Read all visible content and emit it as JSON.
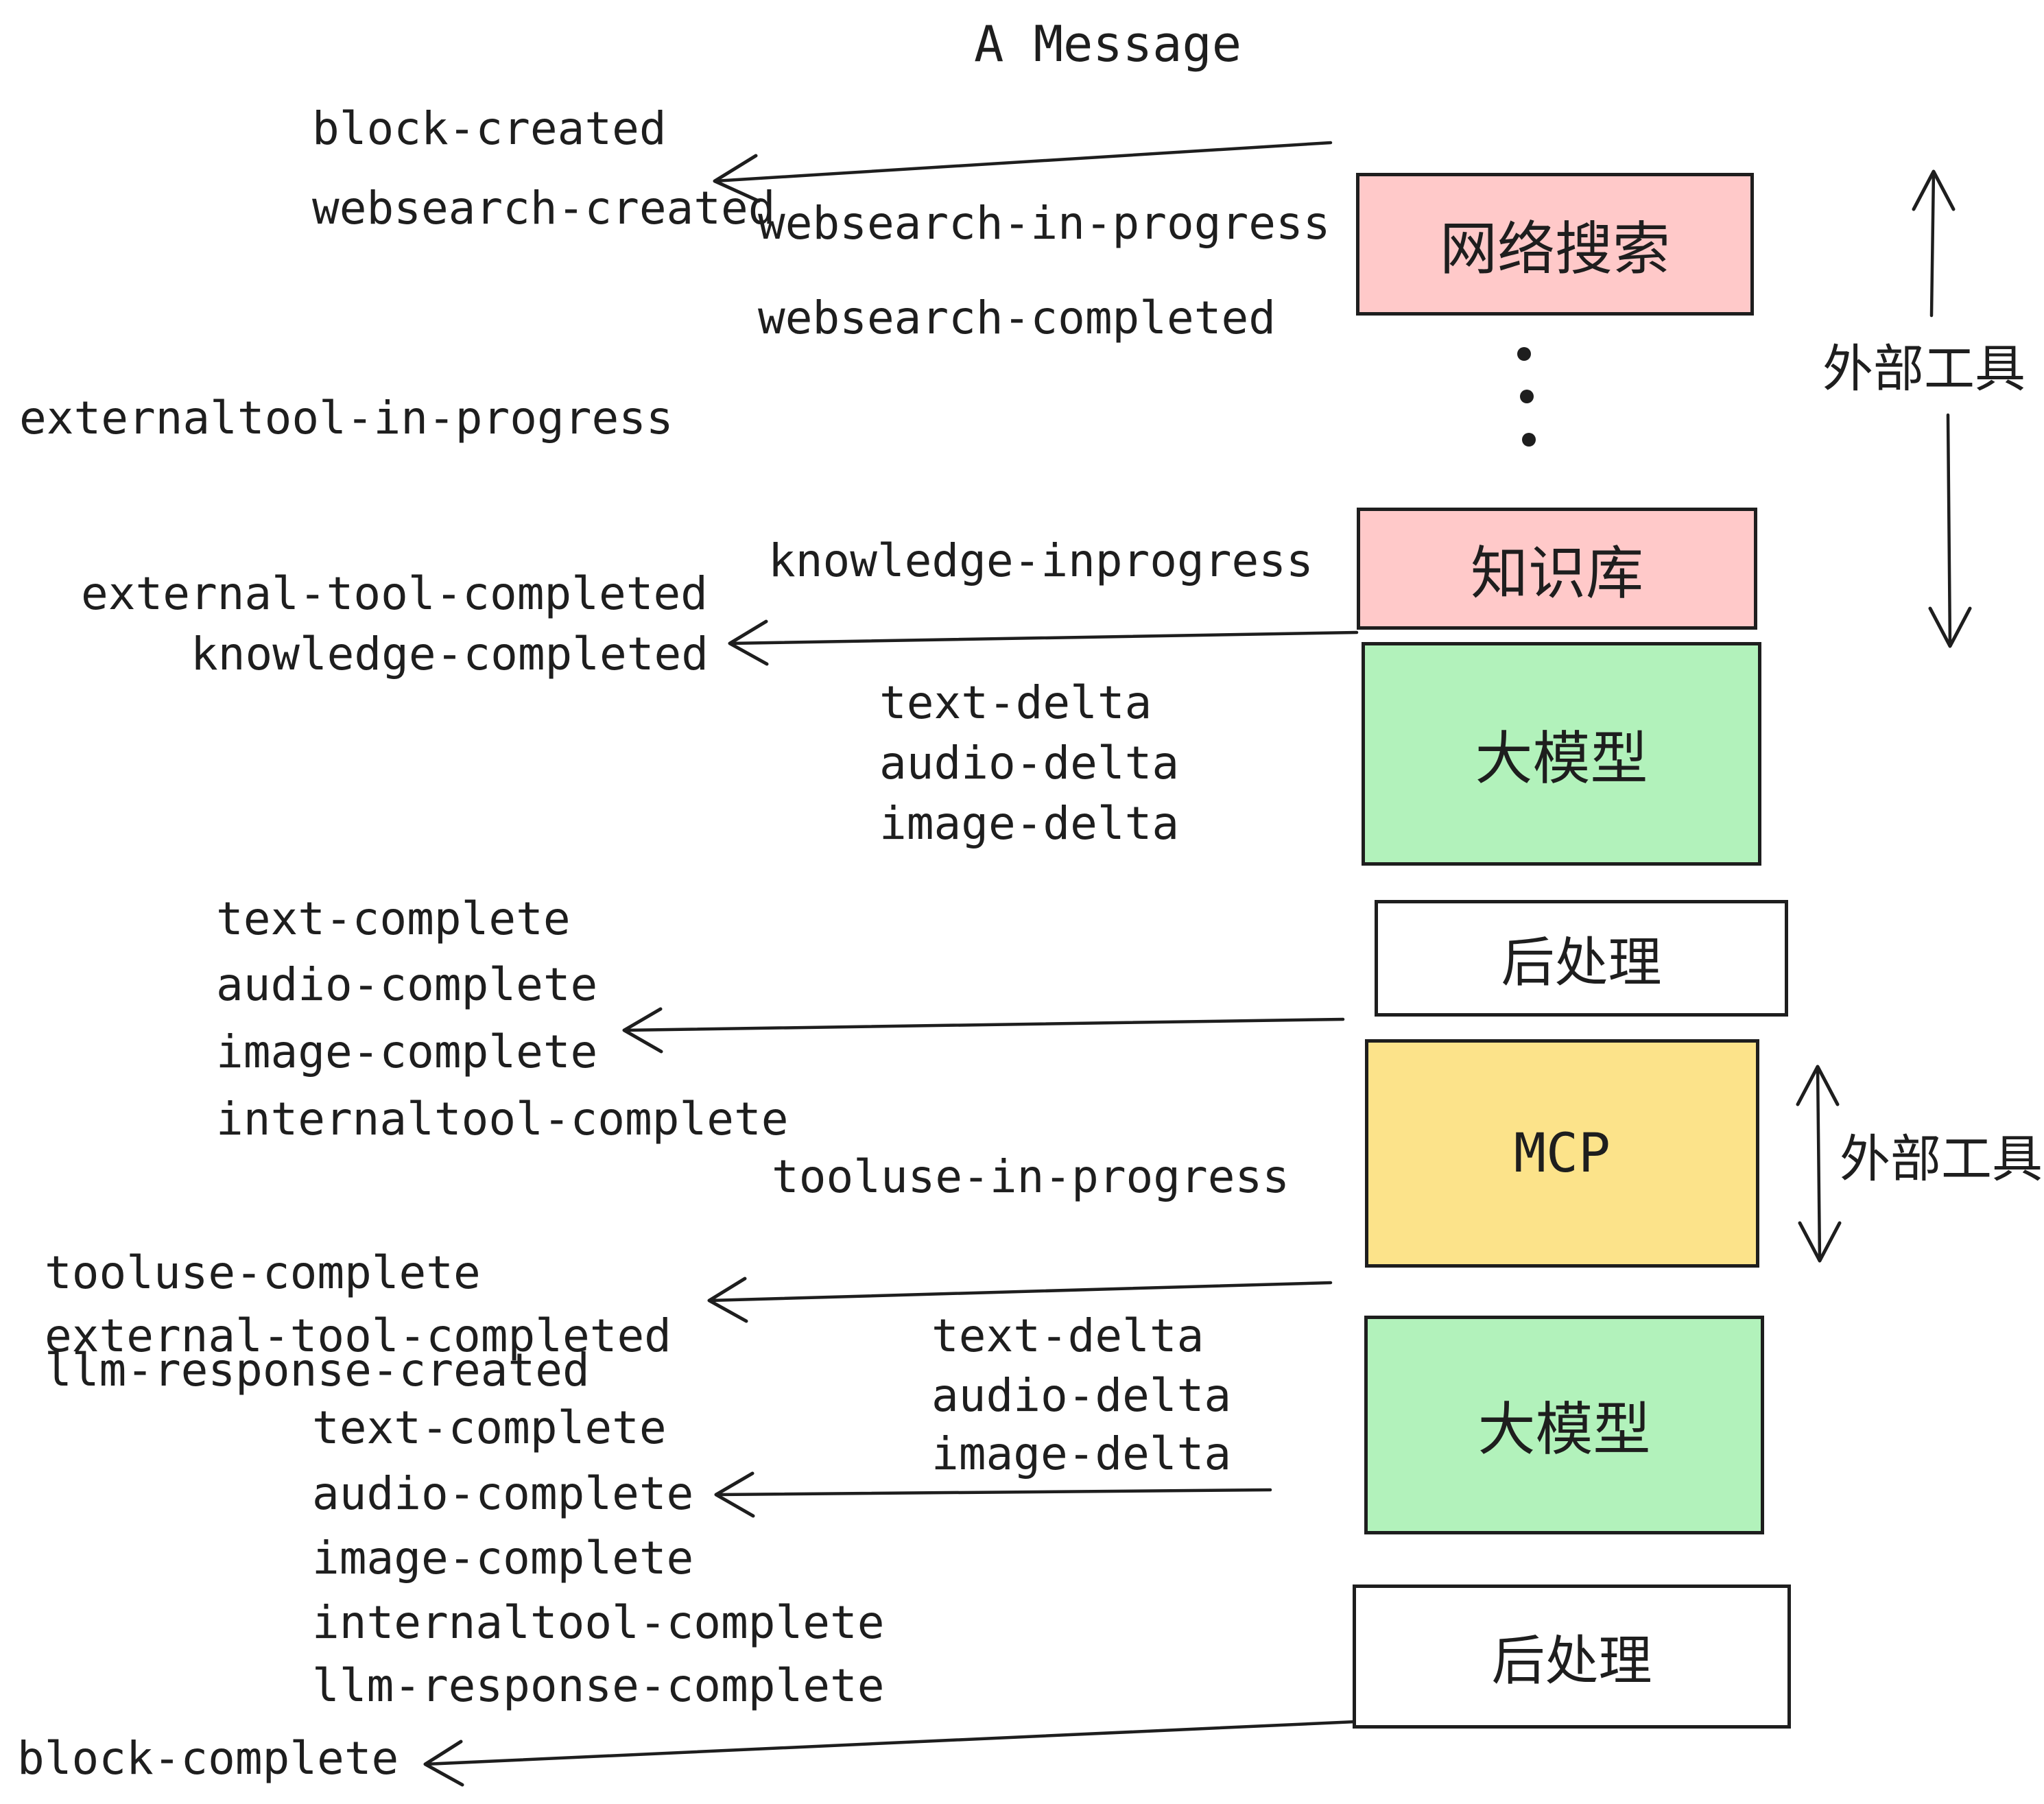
{
  "title": "A Message",
  "colors": {
    "box_pink": "#ffc9c9",
    "box_green": "#b2f2bb",
    "box_yellow": "#fce38a",
    "box_white": "#ffffff",
    "stroke": "#1e1e1e"
  },
  "pipeline": {
    "boxes": [
      {
        "label": "网络搜索",
        "color": "pink"
      },
      {
        "label": "知识库",
        "color": "pink"
      },
      {
        "label": "大模型",
        "color": "green"
      },
      {
        "label": "后处理",
        "color": "white"
      },
      {
        "label": "MCP",
        "color": "yellow"
      },
      {
        "label": "大模型",
        "color": "green"
      },
      {
        "label": "后处理",
        "color": "white"
      }
    ]
  },
  "side_labels": {
    "external_tools_top": "外部工具",
    "external_tools_bottom": "外部工具"
  },
  "events": {
    "block_created": "block-created",
    "websearch_created": "websearch-created",
    "websearch_in_progress": "websearch-in-progress",
    "websearch_completed": "websearch-completed",
    "externaltool_in_progress": "externaltool-in-progress",
    "knowledge_inprogress": "knowledge-inprogress",
    "external_tool_completed_1": "external-tool-completed",
    "knowledge_completed": "knowledge-completed",
    "text_delta_1": "text-delta",
    "audio_delta_1": "audio-delta",
    "image_delta_1": "image-delta",
    "text_complete_1": "text-complete",
    "audio_complete_1": "audio-complete",
    "image_complete_1": "image-complete",
    "internaltool_complete_1": "internaltool-complete",
    "tooluse_in_progress": "tooluse-in-progress",
    "tooluse_complete": "tooluse-complete",
    "external_tool_completed_2": "external-tool-completed",
    "llm_response_created": "llm-response-created",
    "text_delta_2": "text-delta",
    "audio_delta_2": "audio-delta",
    "image_delta_2": "image-delta",
    "text_complete_2": "text-complete",
    "audio_complete_2": "audio-complete",
    "image_complete_2": "image-complete",
    "internaltool_complete_2": "internaltool-complete",
    "llm_response_complete": "llm-response-complete",
    "block_complete": "block-complete"
  }
}
